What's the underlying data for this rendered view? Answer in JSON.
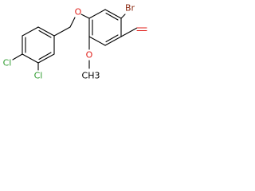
{
  "molecule": {
    "labels": {
      "bromine": "Br",
      "ether_oxygen": "O",
      "methoxy_oxygen": "O",
      "methyl": "CH3",
      "chlorine_para": "Cl",
      "chlorine_ortho": "Cl"
    },
    "colors": {
      "bond": "#000000",
      "halogen_br": "#8b2a12",
      "halogen_cl": "#2e9b2e",
      "oxygen": "#e0201b",
      "aldehyde": "#e0201b",
      "carbon": "#000000"
    }
  }
}
